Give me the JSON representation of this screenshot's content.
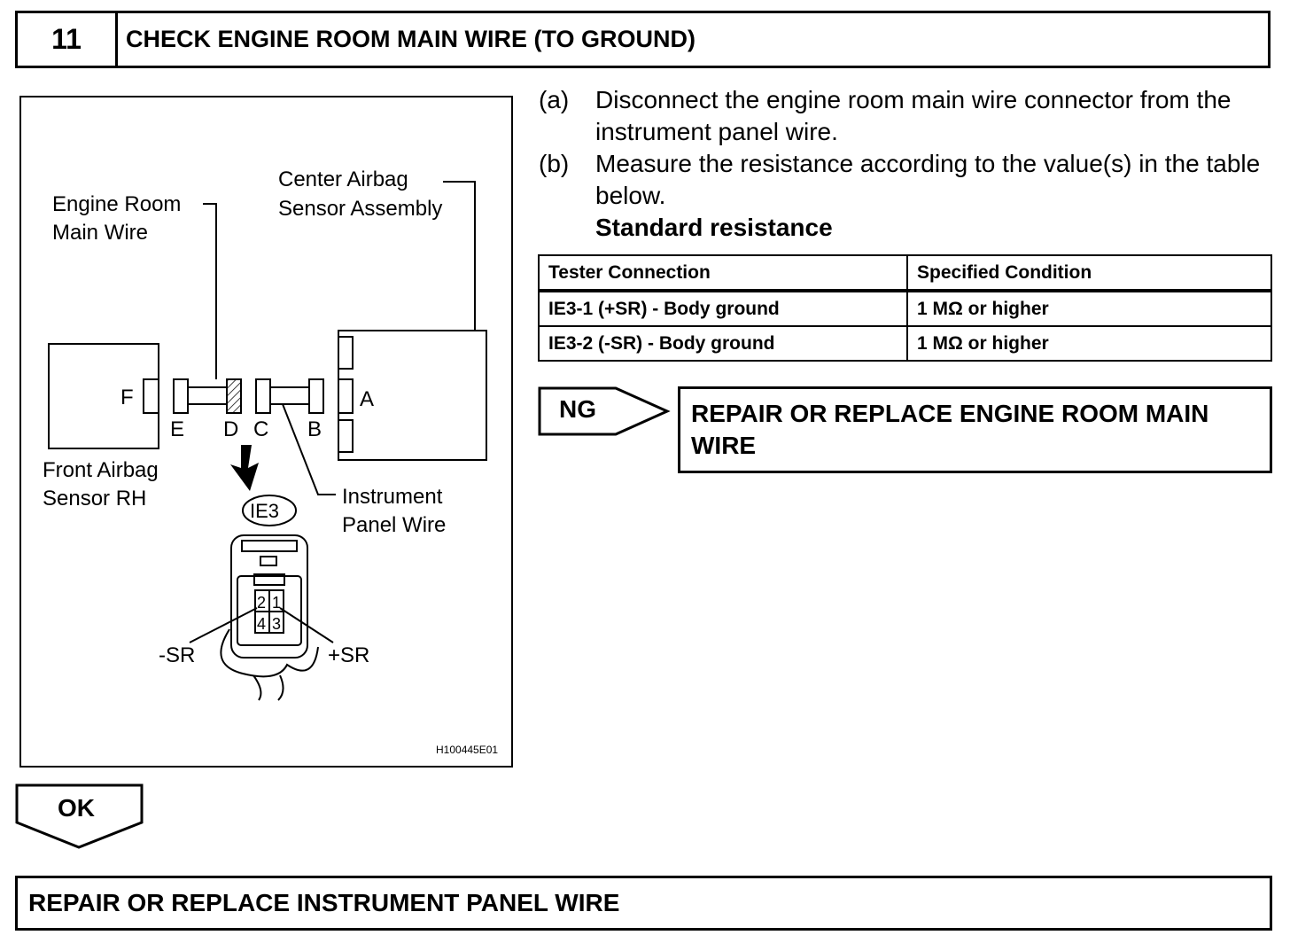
{
  "header": {
    "step_number": "11",
    "title": "CHECK ENGINE ROOM MAIN WIRE (TO GROUND)"
  },
  "diagram": {
    "labels": {
      "engine_room_main_wire_1": "Engine Room",
      "engine_room_main_wire_2": "Main Wire",
      "center_airbag_1": "Center Airbag",
      "center_airbag_2": "Sensor Assembly",
      "front_airbag_1": "Front Airbag",
      "front_airbag_2": "Sensor RH",
      "instrument_panel_1": "Instrument",
      "instrument_panel_2": "Panel Wire",
      "conn_a": "A",
      "conn_b": "B",
      "conn_c": "C",
      "conn_d": "D",
      "conn_e": "E",
      "conn_f": "F",
      "connector_id": "IE3",
      "pin_2": "2",
      "pin_1": "1",
      "pin_4": "4",
      "pin_3": "3",
      "minus_sr": "-SR",
      "plus_sr": "+SR",
      "figure_code": "H100445E01"
    }
  },
  "instructions": {
    "a_label": "(a)",
    "a_text": "Disconnect the engine room main wire connector from the instrument panel wire.",
    "b_label": "(b)",
    "b_text": "Measure the resistance according to the value(s) in the table below.",
    "standard_heading": "Standard resistance"
  },
  "table": {
    "headers": [
      "Tester Connection",
      "Specified Condition"
    ],
    "rows": [
      [
        "IE3-1 (+SR) - Body ground",
        "1 MΩ or higher"
      ],
      [
        "IE3-2 (-SR) - Body ground",
        "1 MΩ or higher"
      ]
    ]
  },
  "ng": {
    "label": "NG",
    "result": "REPAIR OR REPLACE ENGINE ROOM MAIN WIRE"
  },
  "ok": {
    "label": "OK"
  },
  "footer": {
    "result": "REPAIR OR REPLACE INSTRUMENT PANEL WIRE"
  }
}
